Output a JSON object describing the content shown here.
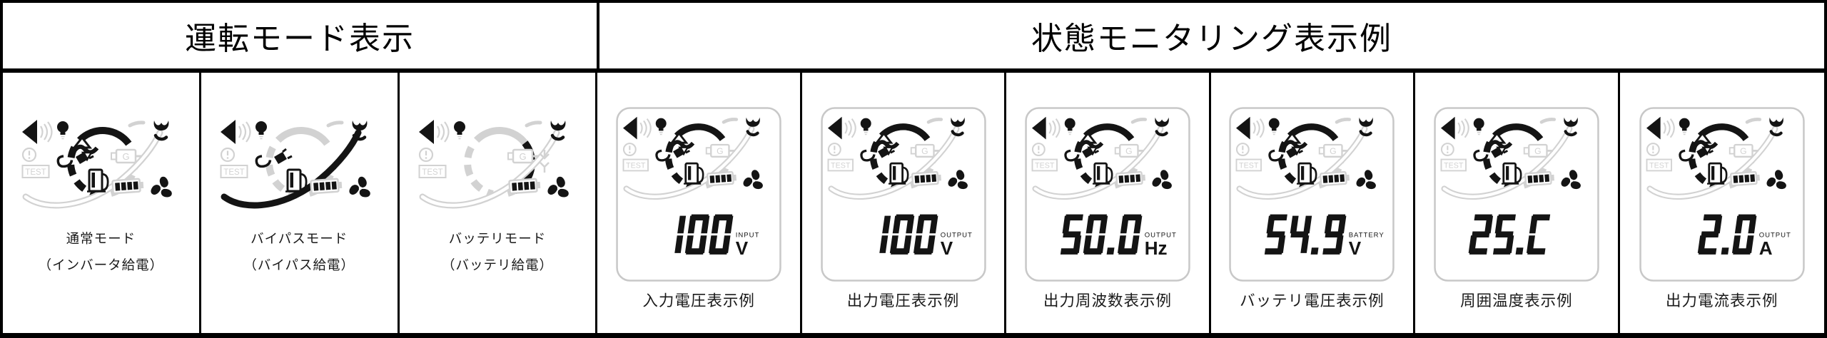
{
  "header": {
    "left": "運転モード表示",
    "right": "状態モニタリング表示例"
  },
  "colors": {
    "on": "#141414",
    "off": "#d2d2d2",
    "frame": "#000000",
    "lcd_outline": "#c8c8c8"
  },
  "lcd_labels": {
    "test": "TEST",
    "generator": "G"
  },
  "panels": [
    {
      "id": "normal-mode",
      "type": "mode",
      "caption": [
        "通常モード",
        "（インバータ給電）"
      ],
      "lcd": {
        "speaker": "on",
        "bulb": "on",
        "alert": "off",
        "test": "off",
        "topArc": "on",
        "leftDash": "on",
        "rightDash": "off",
        "rightArc": "hide",
        "acWave": "on",
        "plug": "on",
        "fuel": "on",
        "gBox": "off",
        "battBars": "on",
        "swoosh": "off",
        "siren": "on",
        "fan": "on",
        "scale": "hide"
      }
    },
    {
      "id": "bypass-mode",
      "type": "mode",
      "caption": [
        "バイパスモード",
        "（バイパス給電）"
      ],
      "lcd": {
        "speaker": "on",
        "bulb": "on",
        "alert": "off",
        "test": "off",
        "topArc": "off",
        "leftDash": "off",
        "rightDash": "off",
        "rightArc": "hide",
        "acWave": "hide",
        "plug": "on",
        "fuel": "on",
        "gBox": "hide",
        "battBars": "on",
        "swoosh": "on",
        "siren": "on",
        "fan": "on",
        "scale": "hide"
      }
    },
    {
      "id": "battery-mode",
      "type": "mode",
      "caption": [
        "バッテリモード",
        "（バッテリ給電）"
      ],
      "lcd": {
        "speaker": "on",
        "bulb": "on",
        "alert": "off",
        "test": "off",
        "topArc": "off",
        "leftDash": "off",
        "rightDash": "off",
        "rightArc": "on",
        "acWave": "hide",
        "plug": "hide",
        "fuel": "hide",
        "gBox": "off",
        "battBars": "on",
        "swoosh": "off",
        "siren": "on",
        "fan": "on",
        "scale": "off"
      }
    },
    {
      "id": "input-voltage",
      "type": "monitor",
      "caption": [
        "入力電圧表示例"
      ],
      "display": {
        "value": "100",
        "unit": "V",
        "tag": "INPUT"
      },
      "lcd": {
        "speaker": "on",
        "bulb": "on",
        "alert": "off",
        "test": "off",
        "topArc": "on",
        "leftDash": "on",
        "rightDash": "off",
        "rightArc": "hide",
        "acWave": "on",
        "plug": "on",
        "fuel": "on",
        "gBox": "off",
        "battBars": "on",
        "swoosh": "off",
        "siren": "on",
        "fan": "on",
        "scale": "hide"
      }
    },
    {
      "id": "output-voltage",
      "type": "monitor",
      "caption": [
        "出力電圧表示例"
      ],
      "display": {
        "value": "100",
        "unit": "V",
        "tag": "OUTPUT"
      },
      "lcd": {
        "speaker": "on",
        "bulb": "on",
        "alert": "off",
        "test": "off",
        "topArc": "on",
        "leftDash": "on",
        "rightDash": "off",
        "rightArc": "hide",
        "acWave": "on",
        "plug": "on",
        "fuel": "on",
        "gBox": "off",
        "battBars": "on",
        "swoosh": "off",
        "siren": "on",
        "fan": "on",
        "scale": "hide"
      }
    },
    {
      "id": "output-frequency",
      "type": "monitor",
      "caption": [
        "出力周波数表示例"
      ],
      "display": {
        "value": "50.0",
        "unit": "Hz",
        "tag": "OUTPUT"
      },
      "lcd": {
        "speaker": "on",
        "bulb": "on",
        "alert": "off",
        "test": "off",
        "topArc": "on",
        "leftDash": "on",
        "rightDash": "off",
        "rightArc": "hide",
        "acWave": "on",
        "plug": "on",
        "fuel": "on",
        "gBox": "off",
        "battBars": "on",
        "swoosh": "off",
        "siren": "on",
        "fan": "on",
        "scale": "hide"
      }
    },
    {
      "id": "battery-voltage",
      "type": "monitor",
      "caption": [
        "バッテリ電圧表示例"
      ],
      "display": {
        "value": "54.9",
        "unit": "V",
        "tag": "BATTERY"
      },
      "lcd": {
        "speaker": "on",
        "bulb": "on",
        "alert": "off",
        "test": "off",
        "topArc": "on",
        "leftDash": "on",
        "rightDash": "off",
        "rightArc": "hide",
        "acWave": "on",
        "plug": "on",
        "fuel": "on",
        "gBox": "off",
        "battBars": "on",
        "swoosh": "off",
        "siren": "on",
        "fan": "on",
        "scale": "hide"
      }
    },
    {
      "id": "ambient-temperature",
      "type": "monitor",
      "caption": [
        "周囲温度表示例"
      ],
      "display": {
        "value": "25.C",
        "unit": "",
        "tag": ""
      },
      "lcd": {
        "speaker": "on",
        "bulb": "on",
        "alert": "off",
        "test": "off",
        "topArc": "on",
        "leftDash": "on",
        "rightDash": "off",
        "rightArc": "hide",
        "acWave": "on",
        "plug": "on",
        "fuel": "on",
        "gBox": "off",
        "battBars": "on",
        "swoosh": "off",
        "siren": "on",
        "fan": "on",
        "scale": "hide"
      }
    },
    {
      "id": "output-current",
      "type": "monitor",
      "caption": [
        "出力電流表示例"
      ],
      "display": {
        "value": "2.0",
        "unit": "A",
        "tag": "OUTPUT"
      },
      "lcd": {
        "speaker": "on",
        "bulb": "on",
        "alert": "off",
        "test": "off",
        "topArc": "on",
        "leftDash": "on",
        "rightDash": "off",
        "rightArc": "hide",
        "acWave": "on",
        "plug": "on",
        "fuel": "on",
        "gBox": "off",
        "battBars": "on",
        "swoosh": "off",
        "siren": "on",
        "fan": "on",
        "scale": "hide"
      }
    }
  ]
}
